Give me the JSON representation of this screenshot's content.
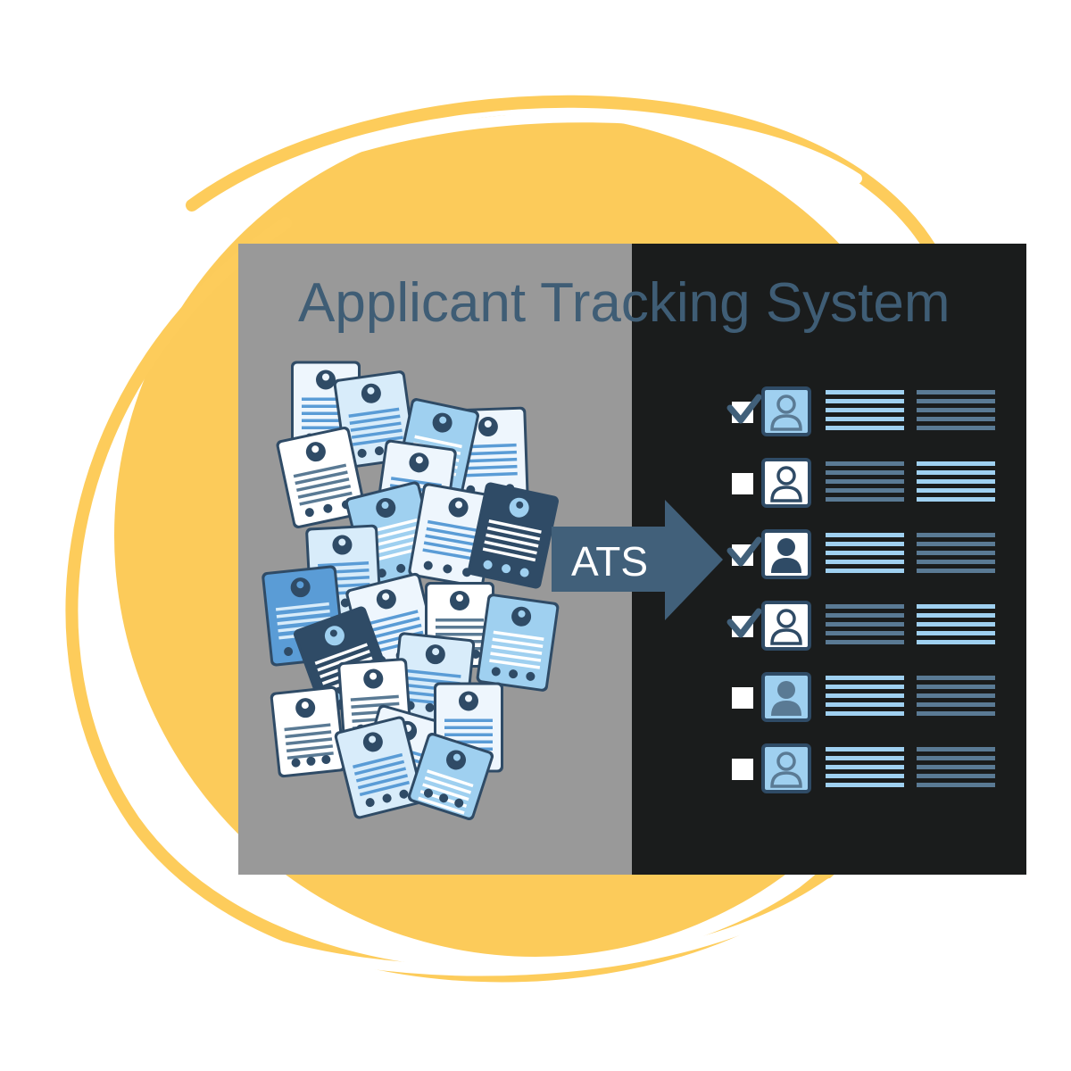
{
  "title": "Applicant Tracking System",
  "arrow_label": "ATS",
  "colors": {
    "circle_fill": "#fccb5a",
    "circle_stroke": "#fdcc5b",
    "panel_left": "#999999",
    "panel_right": "#1a1c1c",
    "title": "#3f5d75",
    "arrow": "#41607a",
    "light_blue": "#9fd0f0",
    "pale_blue": "#d8ecfa",
    "mid_blue": "#5a9cd6",
    "dark_blue": "#2f4b66",
    "slate": "#5a7a94"
  },
  "applicants": [
    {
      "checked": true,
      "avatar_style": "outline-light",
      "col1": "light",
      "col2": "dim"
    },
    {
      "checked": false,
      "avatar_style": "outline-dark",
      "col1": "dim",
      "col2": "light"
    },
    {
      "checked": true,
      "avatar_style": "filled-dark",
      "col1": "light",
      "col2": "dim"
    },
    {
      "checked": true,
      "avatar_style": "outline-dark",
      "col1": "dim",
      "col2": "light"
    },
    {
      "checked": false,
      "avatar_style": "filled-light",
      "col1": "light",
      "col2": "dim"
    },
    {
      "checked": false,
      "avatar_style": "outline-light",
      "col1": "light",
      "col2": "dim"
    }
  ],
  "icons": {
    "checkbox": "checkbox-icon",
    "checkmark": "checkmark-icon",
    "avatar": "user-avatar-icon",
    "resume": "resume-document-icon",
    "arrow": "right-arrow-icon"
  }
}
